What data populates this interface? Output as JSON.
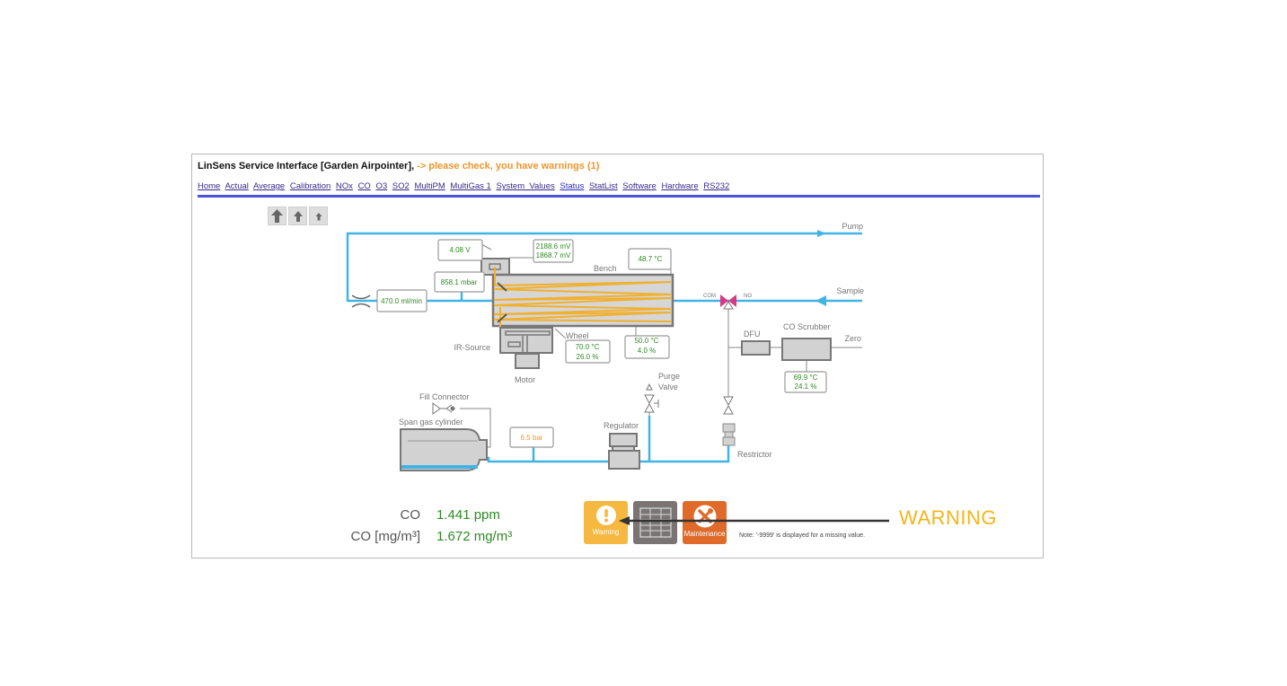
{
  "header": {
    "title": "LinSens Service Interface [Garden Airpointer],",
    "warning_text": "-> please check, you have warnings (1)"
  },
  "nav": {
    "links": [
      "Home",
      "Actual",
      "Average",
      "Calibration",
      "NOx",
      "CO",
      "O3",
      "SO2",
      "MultiPM",
      "MultiGas 1",
      "System_Values",
      "Status",
      "StatList",
      "Software",
      "Hardware",
      "RS232"
    ]
  },
  "text_size_buttons": [
    "large-text",
    "medium-text",
    "small-text"
  ],
  "diagram": {
    "labels": {
      "pump": "Pump",
      "sample": "Sample",
      "zero": "Zero",
      "bench": "Bench",
      "wheel": "Wheel",
      "ir_source": "IR-Source",
      "motor": "Motor",
      "purge_valve_1": "Purge",
      "purge_valve_2": "Valve",
      "regulator": "Regulator",
      "restrictor": "Restrictor",
      "fill_connector": "Fill Connector",
      "span_gas_cylinder": "Span gas cylinder",
      "dfu": "DFU",
      "co_scrubber": "CO Scrubber",
      "com": "COM",
      "no": "NO"
    },
    "values": {
      "voltage": "4.08 V",
      "detector_mv_1": "2188.6 mV",
      "detector_mv_2": "1868.7 mV",
      "bench_temp": "48.7 °C",
      "pressure": "858.1 mbar",
      "flow": "470.0 ml/min",
      "wheel_temp": "70.0 °C",
      "wheel_pct": "26.0 %",
      "bench_bottom_temp": "50.0 °C",
      "bench_bottom_pct": "4.0 %",
      "scrubber_temp": "69.9 °C",
      "scrubber_pct": "24.1 %",
      "span_pressure": "6.5 bar"
    }
  },
  "readouts": [
    {
      "label": "CO",
      "value": "1.441 ppm"
    },
    {
      "label": "CO [mg/m³]",
      "value": "1.672 mg/m³"
    }
  ],
  "status_tiles": [
    {
      "label": "Warning",
      "color": "#f5b840"
    },
    {
      "label": "",
      "color": "#7a7474"
    },
    {
      "label": "Maintenance",
      "color": "#e06a2a"
    }
  ],
  "note": "Note: '-9999' is displayed for a missing value.",
  "annotation": {
    "label": "WARNING",
    "color": "#f5b41a"
  },
  "colors": {
    "pipe": "#41b4e6",
    "beam": "#f0b030",
    "value_green": "#2e8a22",
    "warning_orange": "#f0952a"
  }
}
